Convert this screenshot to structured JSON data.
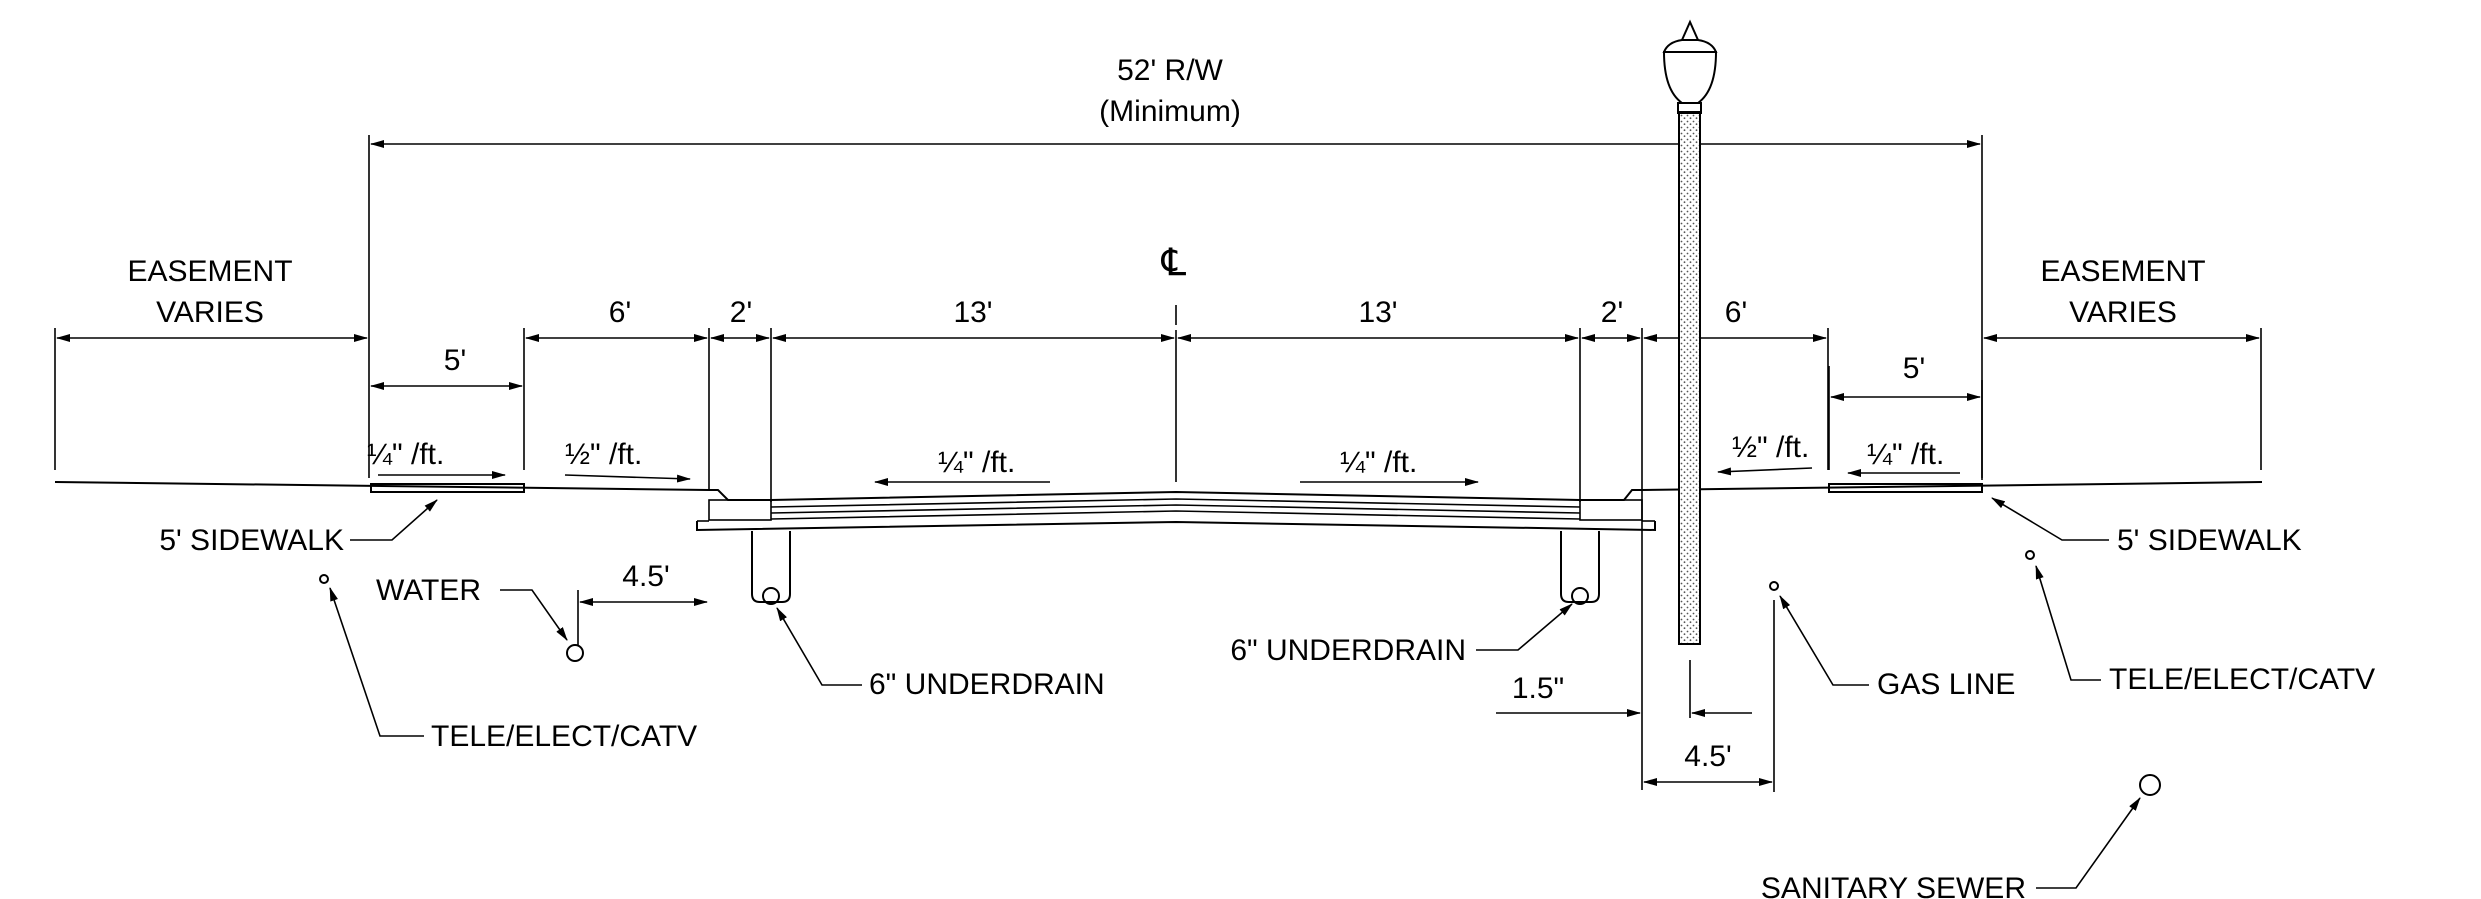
{
  "right_of_way": {
    "label": "52' R/W",
    "sublabel": "(Minimum)"
  },
  "centerline": {
    "symbol": "℄"
  },
  "easement": {
    "left_line1": "EASEMENT",
    "left_line2": "VARIES",
    "right_line1": "EASEMENT",
    "right_line2": "VARIES"
  },
  "dimensions": {
    "left_sidewalk_zone": "6'",
    "left_gutter": "2'",
    "left_lane": "13'",
    "right_lane": "13'",
    "right_gutter": "2'",
    "right_sidewalk_zone": "6'",
    "left_sidewalk_width": "5'",
    "right_sidewalk_width": "5'",
    "water_offset": "4.5'",
    "pole_offset": "1.5\"",
    "gas_offset": "4.5'"
  },
  "slopes": {
    "left_sidewalk": "¼\" /ft.",
    "left_buffer": "½\" /ft.",
    "left_lane": "¼\" /ft.",
    "right_lane": "¼\" /ft.",
    "right_buffer": "½\" /ft.",
    "right_sidewalk": "¼\" /ft."
  },
  "callouts": {
    "left_sidewalk": "5' SIDEWALK",
    "right_sidewalk": "5' SIDEWALK",
    "water": "WATER",
    "left_utilities": "TELE/ELECT/CATV",
    "right_utilities": "TELE/ELECT/CATV",
    "left_underdrain": "6\" UNDERDRAIN",
    "right_underdrain": "6\" UNDERDRAIN",
    "gas": "GAS LINE",
    "sewer": "SANITARY SEWER"
  }
}
